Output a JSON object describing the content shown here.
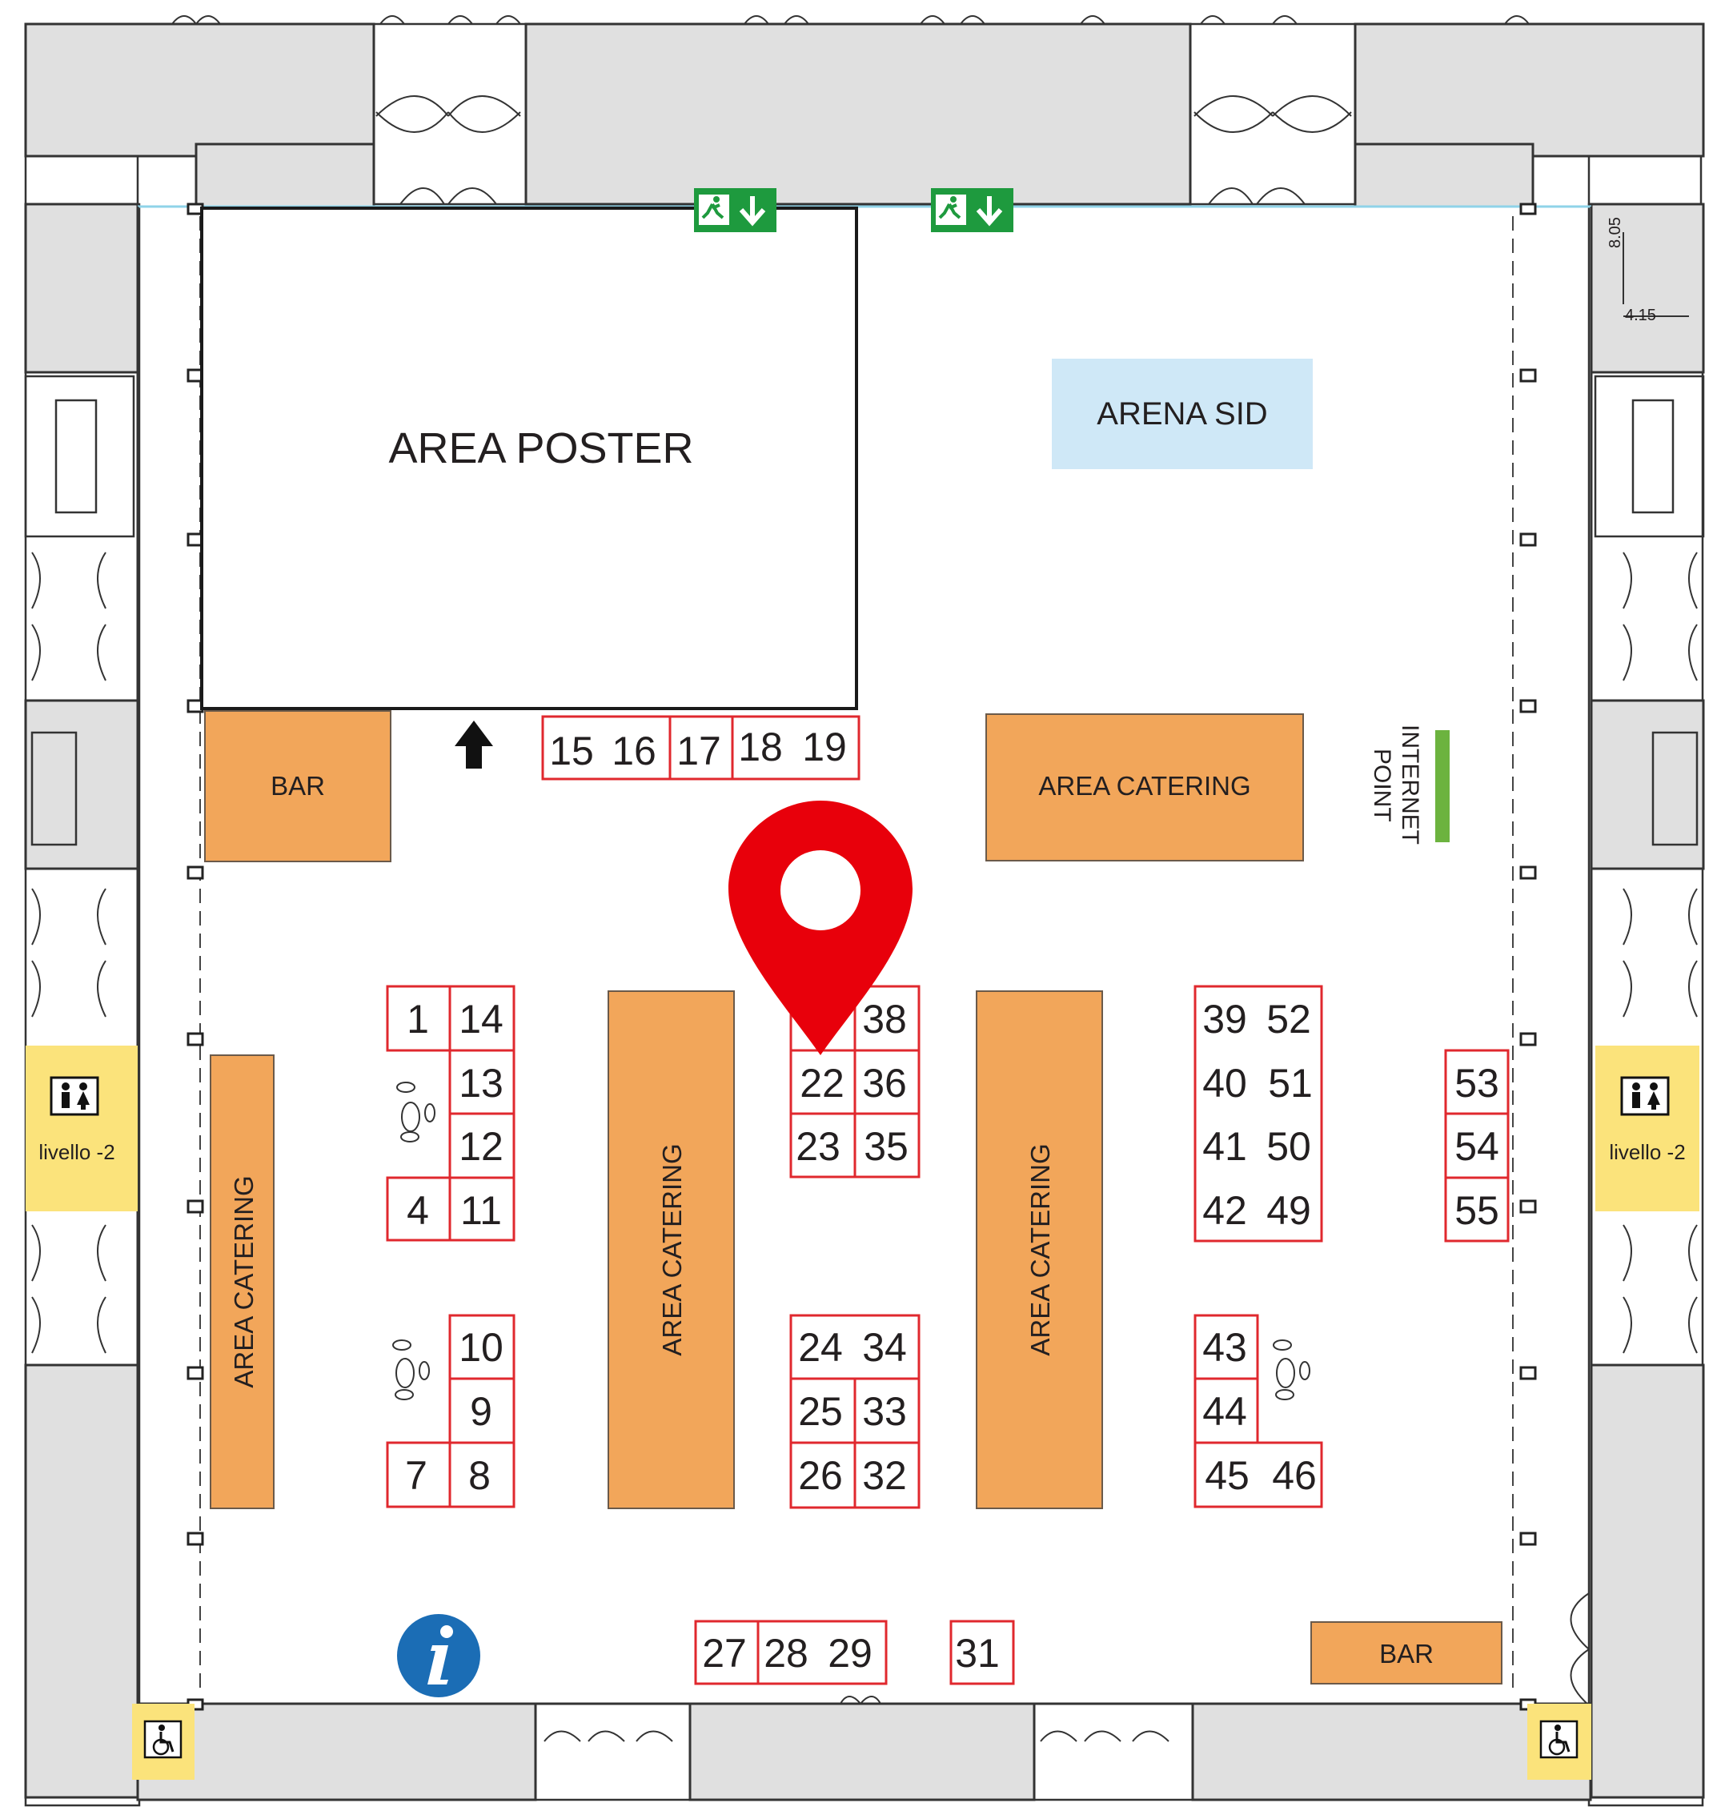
{
  "zones": {
    "area_poster": "AREA POSTER",
    "arena_sid": "ARENA SID",
    "bar_top": "BAR",
    "bar_bottom": "BAR",
    "catering_top": "AREA CATERING",
    "catering_left": "AREA CATERING",
    "catering_mid_left": "AREA CATERING",
    "catering_mid_right": "AREA CATERING",
    "internet_point_line1": "INTERNET",
    "internet_point_line2": "POINT",
    "restroom_left": "livello -2",
    "restroom_right": "livello -2"
  },
  "dimensions": {
    "height": "8.05",
    "width": "4.15"
  },
  "booths": {
    "b1": "1",
    "b4": "4",
    "b7": "7",
    "b8": "8",
    "b9": "9",
    "b10": "10",
    "b11": "11",
    "b12": "12",
    "b13": "13",
    "b14": "14",
    "b15": "15",
    "b16": "16",
    "b17": "17",
    "b18": "18",
    "b19": "19",
    "b22": "22",
    "b23": "23",
    "b24": "24",
    "b25": "25",
    "b26": "26",
    "b27": "27",
    "b28": "28",
    "b29": "29",
    "b31": "31",
    "b32": "32",
    "b33": "33",
    "b34": "34",
    "b35": "35",
    "b36": "36",
    "b38": "38",
    "b39": "39",
    "b40": "40",
    "b41": "41",
    "b42": "42",
    "b43": "43",
    "b44": "44",
    "b45": "45",
    "b46": "46",
    "b49": "49",
    "b50": "50",
    "b51": "51",
    "b52": "52",
    "b53": "53",
    "b54": "54",
    "b55": "55"
  },
  "colors": {
    "booth_border": "#e0282e",
    "catering_fill": "#f2a65a",
    "arena_fill": "#cfe8f7",
    "restroom_fill": "#fbe37b",
    "marker": "#e8000b",
    "exit_sign": "#1e9a3e",
    "info": "#1b6db5",
    "internet_bar": "#6cb33f"
  },
  "icons": [
    "location-pin-icon",
    "info-icon",
    "emergency-exit-icon",
    "restroom-icon",
    "wheelchair-icon",
    "arrow-up-icon",
    "footprints-icon"
  ]
}
